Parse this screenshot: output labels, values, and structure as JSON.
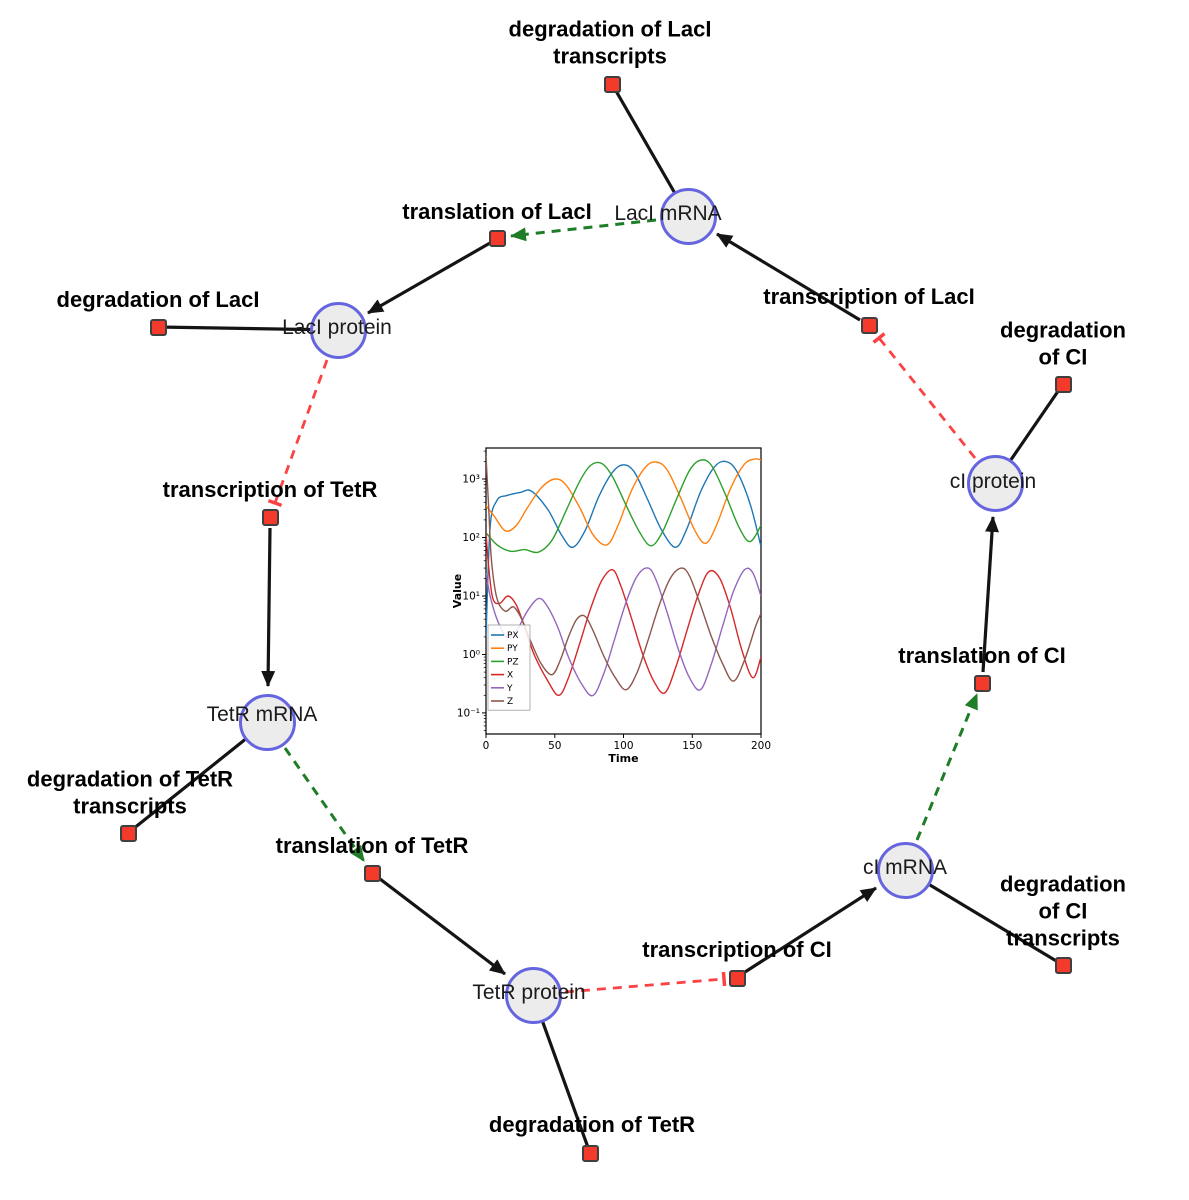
{
  "network": {
    "species": [
      {
        "id": "LacI_mRNA",
        "label": "LacI mRNA"
      },
      {
        "id": "LacI_protein",
        "label": "LacI protein"
      },
      {
        "id": "TetR_mRNA",
        "label": "TetR mRNA"
      },
      {
        "id": "TetR_protein",
        "label": "TetR protein"
      },
      {
        "id": "cI_mRNA",
        "label": "cI mRNA"
      },
      {
        "id": "cI_protein",
        "label": "cI protein"
      }
    ],
    "reactions": [
      {
        "id": "deg_LacI_transcripts",
        "label": "degradation of LacI\ntranscripts"
      },
      {
        "id": "translation_LacI",
        "label": "translation of LacI"
      },
      {
        "id": "deg_LacI",
        "label": "degradation of LacI"
      },
      {
        "id": "transcription_LacI",
        "label": "transcription of LacI"
      },
      {
        "id": "deg_CI",
        "label": "degradation of CI"
      },
      {
        "id": "transcription_TetR",
        "label": "transcription of TetR"
      },
      {
        "id": "deg_TetR_transcripts",
        "label": "degradation of TetR\ntranscripts"
      },
      {
        "id": "translation_TetR",
        "label": "translation of TetR"
      },
      {
        "id": "translation_CI",
        "label": "translation of CI"
      },
      {
        "id": "transcription_CI",
        "label": "transcription of CI"
      },
      {
        "id": "deg_CI_transcripts",
        "label": "degradation of CI\ntranscripts"
      },
      {
        "id": "deg_TetR",
        "label": "degradation of TetR"
      }
    ],
    "edges": [
      {
        "from": "LacI mRNA",
        "to": "degradation of LacI transcripts",
        "type": "consumption"
      },
      {
        "from": "LacI protein",
        "to": "degradation of LacI",
        "type": "consumption"
      },
      {
        "from": "TetR mRNA",
        "to": "degradation of TetR transcripts",
        "type": "consumption"
      },
      {
        "from": "TetR protein",
        "to": "degradation of TetR",
        "type": "consumption"
      },
      {
        "from": "cI mRNA",
        "to": "degradation of CI transcripts",
        "type": "consumption"
      },
      {
        "from": "cI protein",
        "to": "degradation of CI",
        "type": "consumption"
      },
      {
        "from": "transcription of LacI",
        "to": "LacI mRNA",
        "type": "production"
      },
      {
        "from": "translation of LacI",
        "to": "LacI protein",
        "type": "production"
      },
      {
        "from": "transcription of TetR",
        "to": "TetR mRNA",
        "type": "production"
      },
      {
        "from": "translation of TetR",
        "to": "TetR protein",
        "type": "production"
      },
      {
        "from": "transcription of CI",
        "to": "cI mRNA",
        "type": "production"
      },
      {
        "from": "translation of CI",
        "to": "cI protein",
        "type": "production"
      },
      {
        "from": "LacI mRNA",
        "to": "translation of LacI",
        "type": "modifier"
      },
      {
        "from": "TetR mRNA",
        "to": "translation of TetR",
        "type": "modifier"
      },
      {
        "from": "cI mRNA",
        "to": "translation of CI",
        "type": "modifier"
      },
      {
        "from": "LacI protein",
        "to": "transcription of TetR",
        "type": "inhibition"
      },
      {
        "from": "TetR protein",
        "to": "transcription of CI",
        "type": "inhibition"
      },
      {
        "from": "cI protein",
        "to": "transcription of LacI",
        "type": "inhibition"
      }
    ],
    "colors": {
      "species_fill": "#ececec",
      "species_border": "#6565e0",
      "reaction_fill": "#f43a2b",
      "reaction_border": "#3f3f3f",
      "edge_black": "#141414",
      "edge_modifier_green": "#1e7d26",
      "edge_inhibition_red": "#fb4343"
    }
  },
  "chart_data": {
    "type": "line",
    "title": "",
    "xlabel": "Time",
    "ylabel": "Value",
    "xlim": [
      0,
      200
    ],
    "x_ticks": [
      0,
      50,
      100,
      150,
      200
    ],
    "yscale": "log",
    "ylim_log10": [
      -1.36,
      3.53
    ],
    "y_ticks": [
      {
        "label": "10⁻¹",
        "log": -1
      },
      {
        "label": "10⁰",
        "log": 0
      },
      {
        "label": "10¹",
        "log": 1
      },
      {
        "label": "10²",
        "log": 2
      },
      {
        "label": "10³",
        "log": 3
      }
    ],
    "grid": false,
    "legend_position": "center-left",
    "series": [
      {
        "name": "PX",
        "color": "#1f77b4",
        "points": [
          [
            0,
            2
          ],
          [
            3,
            150
          ],
          [
            8,
            430
          ],
          [
            15,
            520
          ],
          [
            25,
            590
          ],
          [
            33,
            620
          ],
          [
            45,
            300
          ],
          [
            55,
            110
          ],
          [
            63,
            68
          ],
          [
            72,
            130
          ],
          [
            82,
            500
          ],
          [
            92,
            1300
          ],
          [
            100,
            1750
          ],
          [
            108,
            1300
          ],
          [
            118,
            420
          ],
          [
            128,
            130
          ],
          [
            138,
            68
          ],
          [
            146,
            140
          ],
          [
            156,
            600
          ],
          [
            166,
            1600
          ],
          [
            174,
            2000
          ],
          [
            182,
            1400
          ],
          [
            192,
            380
          ],
          [
            200,
            70
          ]
        ]
      },
      {
        "name": "PY",
        "color": "#ff7f0e",
        "points": [
          [
            0,
            350
          ],
          [
            6,
            230
          ],
          [
            14,
            130
          ],
          [
            22,
            160
          ],
          [
            30,
            320
          ],
          [
            40,
            700
          ],
          [
            50,
            1000
          ],
          [
            58,
            800
          ],
          [
            68,
            330
          ],
          [
            78,
            110
          ],
          [
            88,
            75
          ],
          [
            96,
            160
          ],
          [
            106,
            650
          ],
          [
            116,
            1600
          ],
          [
            124,
            1950
          ],
          [
            132,
            1400
          ],
          [
            142,
            450
          ],
          [
            152,
            130
          ],
          [
            160,
            80
          ],
          [
            168,
            170
          ],
          [
            178,
            700
          ],
          [
            188,
            1800
          ],
          [
            196,
            2200
          ],
          [
            200,
            2100
          ]
        ]
      },
      {
        "name": "PZ",
        "color": "#2ca02c",
        "points": [
          [
            0,
            120
          ],
          [
            8,
            75
          ],
          [
            18,
            58
          ],
          [
            28,
            62
          ],
          [
            38,
            56
          ],
          [
            48,
            90
          ],
          [
            58,
            280
          ],
          [
            68,
            900
          ],
          [
            76,
            1700
          ],
          [
            84,
            1850
          ],
          [
            92,
            1100
          ],
          [
            102,
            350
          ],
          [
            112,
            120
          ],
          [
            120,
            72
          ],
          [
            128,
            120
          ],
          [
            138,
            420
          ],
          [
            148,
            1400
          ],
          [
            156,
            2100
          ],
          [
            164,
            1700
          ],
          [
            174,
            550
          ],
          [
            184,
            150
          ],
          [
            192,
            85
          ],
          [
            200,
            160
          ]
        ]
      },
      {
        "name": "X",
        "color": "#d62728",
        "points": [
          [
            0,
            120
          ],
          [
            2,
            30
          ],
          [
            5,
            9
          ],
          [
            10,
            7.5
          ],
          [
            16,
            10
          ],
          [
            22,
            7
          ],
          [
            28,
            3
          ],
          [
            35,
            1
          ],
          [
            45,
            0.35
          ],
          [
            53,
            0.2
          ],
          [
            60,
            0.4
          ],
          [
            68,
            1.5
          ],
          [
            76,
            6
          ],
          [
            84,
            18
          ],
          [
            92,
            28
          ],
          [
            98,
            15
          ],
          [
            106,
            4
          ],
          [
            114,
            1
          ],
          [
            122,
            0.35
          ],
          [
            130,
            0.22
          ],
          [
            138,
            0.6
          ],
          [
            146,
            2.5
          ],
          [
            154,
            10
          ],
          [
            162,
            26
          ],
          [
            170,
            20
          ],
          [
            178,
            6
          ],
          [
            186,
            1.2
          ],
          [
            194,
            0.4
          ],
          [
            200,
            0.9
          ]
        ]
      },
      {
        "name": "Y",
        "color": "#9467bd",
        "points": [
          [
            0,
            25
          ],
          [
            3,
            10
          ],
          [
            8,
            4
          ],
          [
            15,
            2
          ],
          [
            22,
            2.5
          ],
          [
            30,
            5.5
          ],
          [
            38,
            9
          ],
          [
            44,
            7
          ],
          [
            52,
            3
          ],
          [
            60,
            0.9
          ],
          [
            70,
            0.3
          ],
          [
            78,
            0.2
          ],
          [
            86,
            0.5
          ],
          [
            94,
            2
          ],
          [
            102,
            8
          ],
          [
            110,
            22
          ],
          [
            118,
            30
          ],
          [
            124,
            18
          ],
          [
            132,
            5
          ],
          [
            140,
            1.2
          ],
          [
            148,
            0.4
          ],
          [
            156,
            0.25
          ],
          [
            164,
            0.7
          ],
          [
            172,
            3
          ],
          [
            180,
            12
          ],
          [
            188,
            28
          ],
          [
            194,
            25
          ],
          [
            200,
            10
          ]
        ]
      },
      {
        "name": "Z",
        "color": "#8c564b",
        "points": [
          [
            0,
            2500
          ],
          [
            2,
            300
          ],
          [
            4,
            40
          ],
          [
            8,
            9
          ],
          [
            14,
            5.5
          ],
          [
            20,
            6.5
          ],
          [
            26,
            4
          ],
          [
            32,
            1.8
          ],
          [
            40,
            0.7
          ],
          [
            48,
            0.45
          ],
          [
            54,
            0.8
          ],
          [
            60,
            2
          ],
          [
            66,
            4
          ],
          [
            72,
            4.5
          ],
          [
            78,
            2.5
          ],
          [
            86,
            0.9
          ],
          [
            94,
            0.4
          ],
          [
            102,
            0.25
          ],
          [
            110,
            0.5
          ],
          [
            118,
            1.8
          ],
          [
            126,
            7
          ],
          [
            134,
            20
          ],
          [
            142,
            30
          ],
          [
            148,
            22
          ],
          [
            156,
            7
          ],
          [
            164,
            2
          ],
          [
            172,
            0.7
          ],
          [
            180,
            0.35
          ],
          [
            188,
            0.8
          ],
          [
            196,
            3
          ],
          [
            200,
            5
          ]
        ]
      }
    ]
  }
}
